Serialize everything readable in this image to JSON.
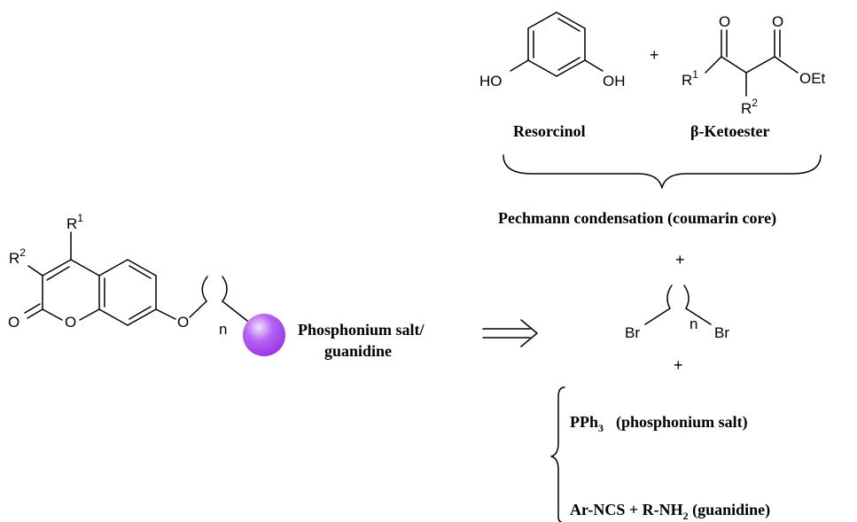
{
  "target": {
    "substituent_r1": "R",
    "substituent_r1_sup": "1",
    "substituent_r2": "R",
    "substituent_r2_sup": "2",
    "carbonyl_o": "O",
    "ring_o": "O",
    "ether_o": "O",
    "chain_n": "n",
    "label_line1": "Phosphonium salt/",
    "label_line2": "guanidine",
    "ball_color": "#9b35e8"
  },
  "resorcinol": {
    "left_oh": "HO",
    "right_oh": "OH",
    "label": "Resorcinol"
  },
  "plus_top": "+",
  "ketoester": {
    "o_keto": "O",
    "o_ester": "O",
    "r1": "R",
    "r1_sup": "1",
    "r2": "R",
    "r2_sup": "2",
    "oet": "OEt",
    "label": "β-Ketoester"
  },
  "condensation_label": "Pechmann condensation (coumarin core)",
  "plus_middle": "+",
  "dibromide": {
    "br_left": "Br",
    "br_right": "Br",
    "n": "n"
  },
  "plus_bottom": "+",
  "options": {
    "pph3_main": "PPh",
    "pph3_sub": "3",
    "pph3_desc": "(phosphonium salt)",
    "guan_pre": "Ar-NCS + R-NH",
    "guan_sub": "2",
    "guan_post": " (guanidine)"
  }
}
